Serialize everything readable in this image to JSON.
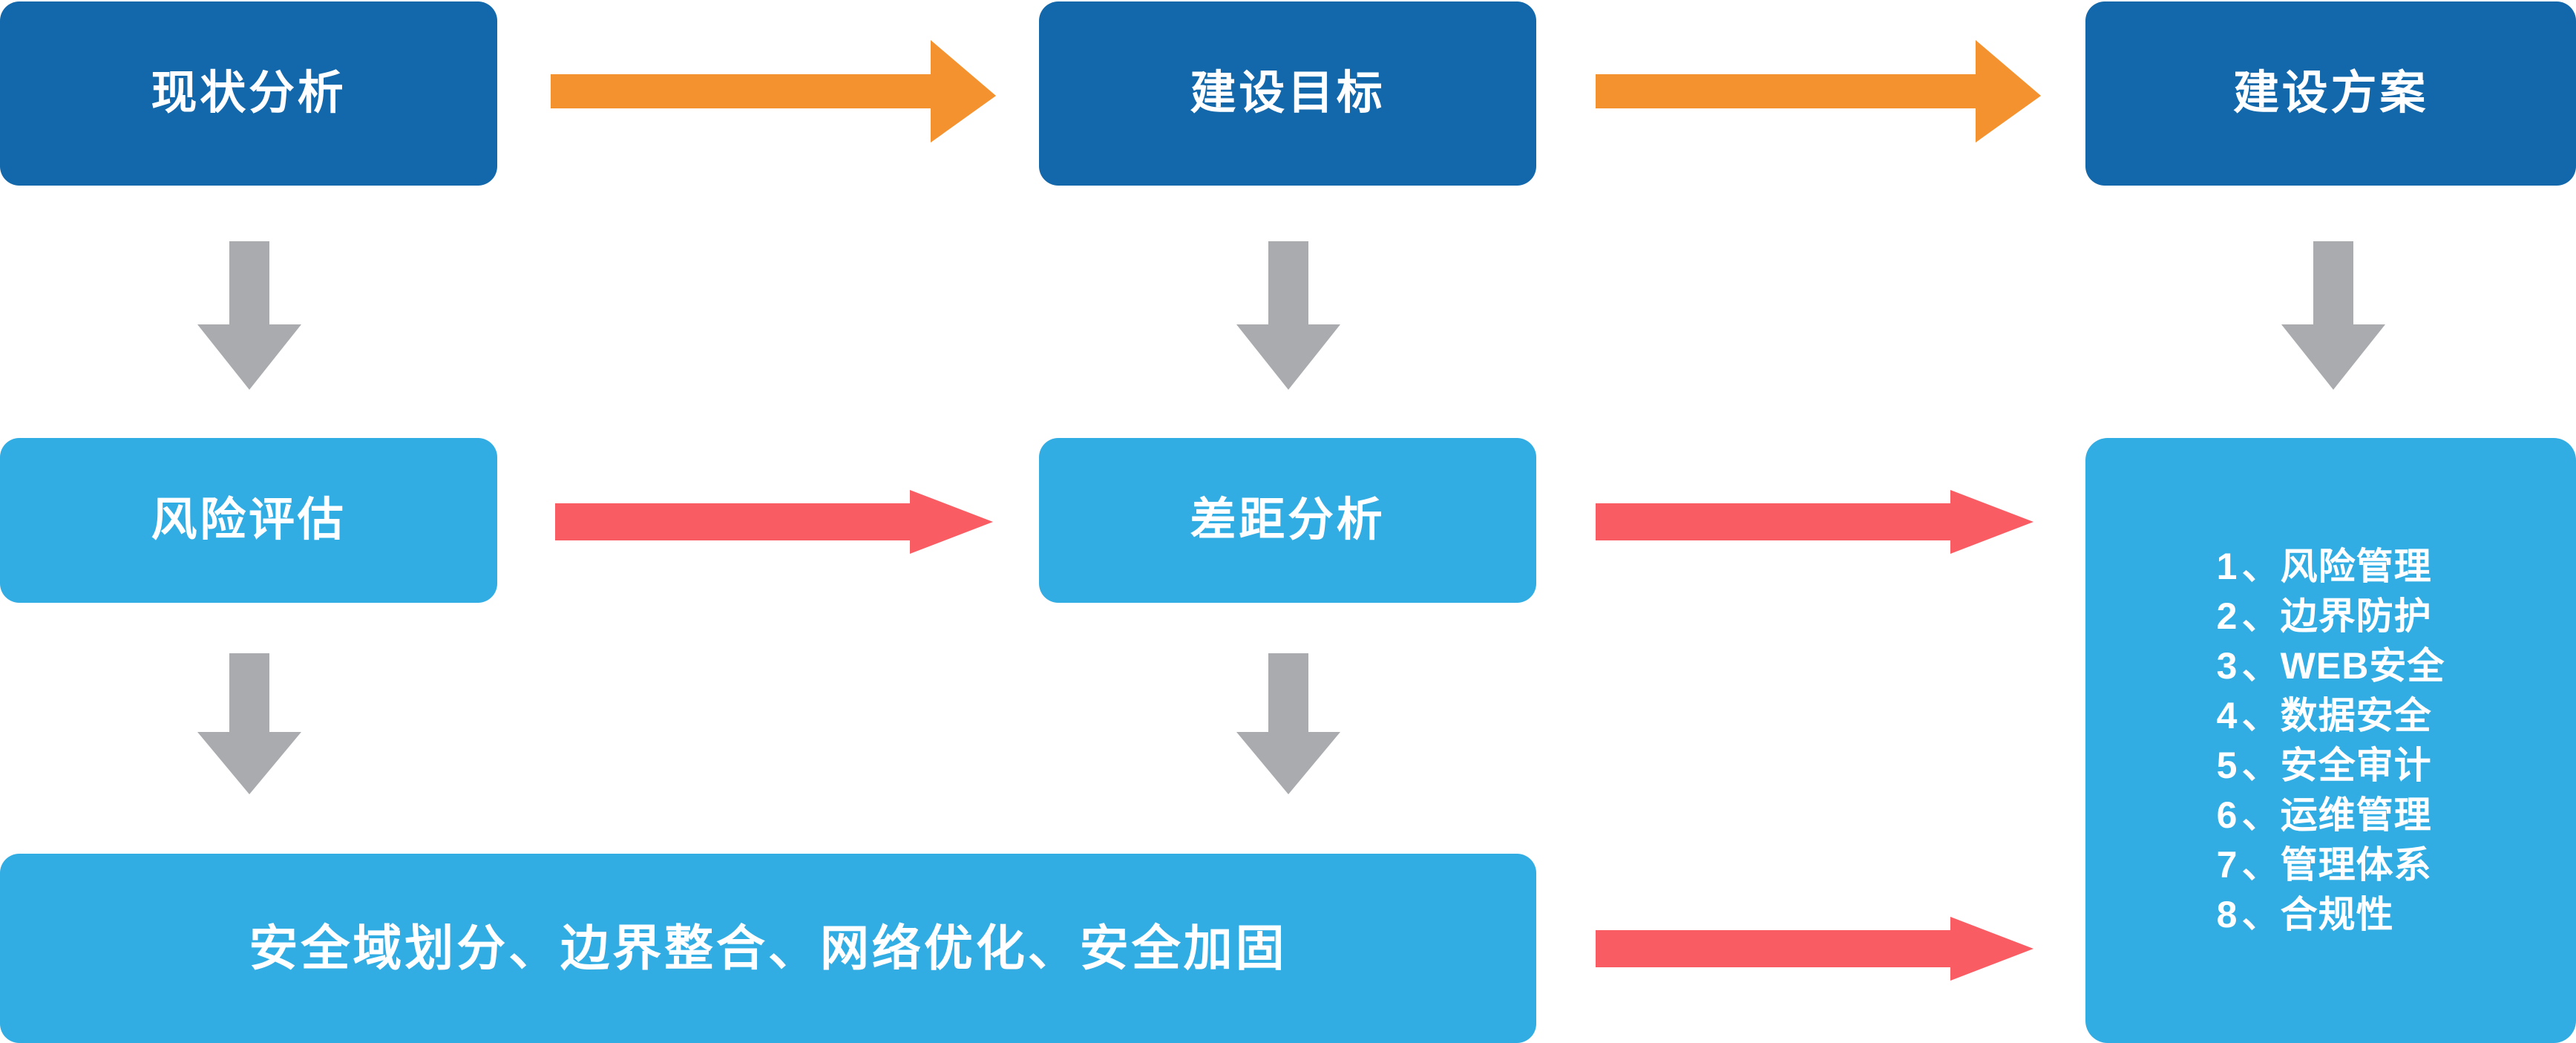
{
  "diagram": {
    "title_boxes": {
      "current_state": "现状分析",
      "construction_goal": "建设目标",
      "construction_plan": "建设方案",
      "risk_assessment": "风险评估",
      "gap_analysis": "差距分析",
      "measures": "安全域划分、边界整合、网络优化、安全加固"
    },
    "deliverables": {
      "items": [
        {
          "num": "1",
          "sep": "、",
          "label": "风险管理"
        },
        {
          "num": "2",
          "sep": "、",
          "label": "边界防护"
        },
        {
          "num": "3",
          "sep": "、",
          "label": "WEB安全"
        },
        {
          "num": "4",
          "sep": "、",
          "label": "数据安全"
        },
        {
          "num": "5",
          "sep": "、",
          "label": "安全审计"
        },
        {
          "num": "6",
          "sep": "、",
          "label": "运维管理"
        },
        {
          "num": "7",
          "sep": "、",
          "label": "管理体系"
        },
        {
          "num": "8",
          "sep": "、",
          "label": "合规性"
        }
      ]
    },
    "colors": {
      "dark_blue": "#1268ab",
      "light_blue": "#31ade4",
      "orange": "#f4922f",
      "red": "#fa5c63",
      "gray": "#a9abae",
      "background": "#ffffff",
      "text": "#ffffff"
    },
    "arrows": {
      "orange_top_1": "arrow-right-orange",
      "orange_top_2": "arrow-right-orange",
      "red_mid_1": "arrow-right-red",
      "red_mid_2": "arrow-right-red",
      "red_bottom": "arrow-right-red",
      "gray_down_1": "arrow-down-gray",
      "gray_down_2": "arrow-down-gray",
      "gray_down_3": "arrow-down-gray",
      "gray_down_4": "arrow-down-gray",
      "gray_down_5": "arrow-down-gray"
    }
  }
}
